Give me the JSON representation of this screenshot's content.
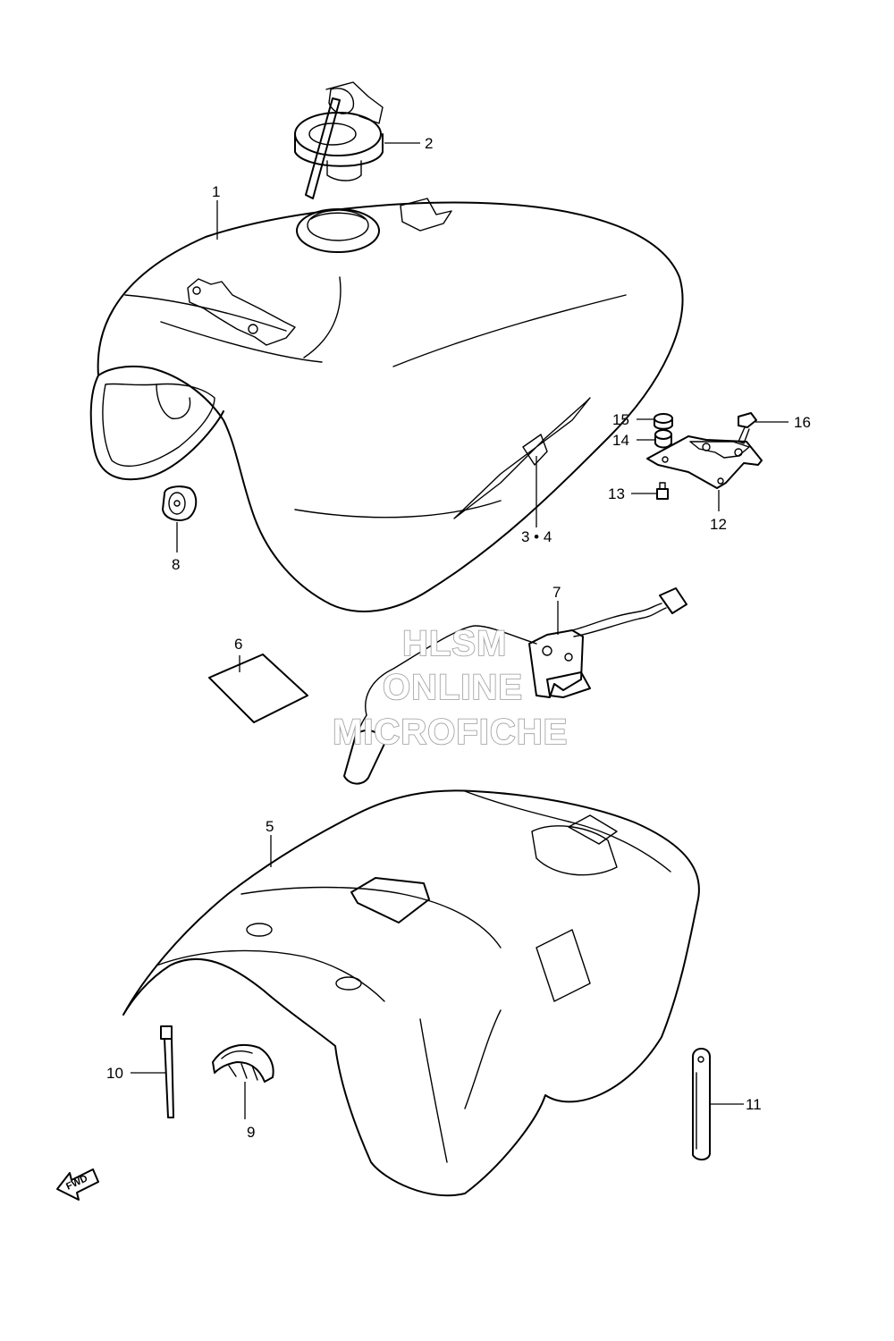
{
  "diagram": {
    "callouts": {
      "c1": "1",
      "c2": "2",
      "c3_4": "3 • 4",
      "c5": "5",
      "c6": "6",
      "c7": "7",
      "c8": "8",
      "c9": "9",
      "c10": "10",
      "c11": "11",
      "c12": "12",
      "c13": "13",
      "c14": "14",
      "c15": "15",
      "c16": "16"
    },
    "fwd_label": "FWD"
  },
  "watermark": {
    "line1": "HLSM",
    "line2": "ONLINE",
    "line3": "MICROFICHE"
  }
}
